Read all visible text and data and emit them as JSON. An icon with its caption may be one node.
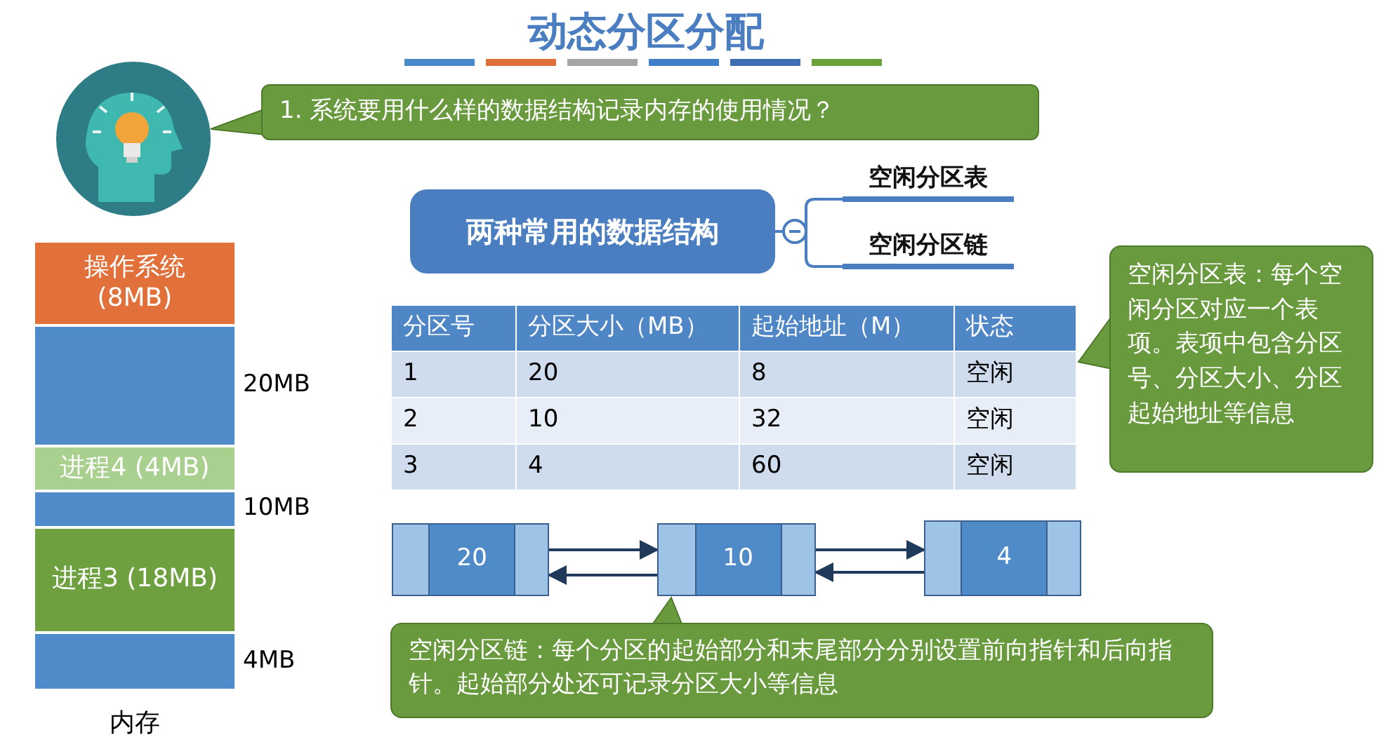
{
  "diagram": {
    "title": "动态分区分配",
    "nodes": [
      {
        "text": [],
        "shape": "picture"
      },
      {
        "text": [
          "1. 系统要用什么样的数据结构记录内存的使用情况？"
        ]
      },
      {
        "text": [
          "两种常用的数据结构"
        ]
      },
      {
        "text": [
          "空闲分区表"
        ]
      },
      {
        "text": [
          "空闲分区链"
        ]
      },
      {
        "text": [
          "操作系统 (8MB)"
        ]
      },
      {
        "text": [],
        "shape": "bar",
        "beside": [
          "20MB"
        ]
      },
      {
        "text": [
          "进程4 (4MB)"
        ]
      },
      {
        "text": [],
        "shape": "bar",
        "beside": [
          "10MB"
        ]
      },
      {
        "text": [
          "进程3 (18MB)"
        ]
      },
      {
        "text": [],
        "shape": "bar",
        "beside": [
          "4MB"
        ]
      },
      {
        "text": [
          "20"
        ]
      },
      {
        "text": [
          "10"
        ]
      },
      {
        "text": [
          "4"
        ]
      },
      {
        "text": [
          "空闲分区表：每个空闲分区对应一个表项。表项中包含分区号、分区大小、分区起始地址等信息"
        ]
      },
      {
        "text": [
          "空闲分区链：每个分区的起始部分和末尾部分分别设置前向指针和后向指针。起始部分处还可记录分区大小等信息"
        ]
      }
    ],
    "edges": [
      {
        "from": 1,
        "to": 0,
        "arrow": "to"
      },
      {
        "from": 2,
        "to": 3,
        "arrow": "none",
        "color": "#4a7ec0"
      },
      {
        "from": 2,
        "to": 4,
        "arrow": "none",
        "color": "#4a7ec0"
      },
      {
        "from": 11,
        "to": 12,
        "arrow": "to"
      },
      {
        "from": 12,
        "to": 11,
        "arrow": "to"
      },
      {
        "from": 12,
        "to": 13,
        "arrow": "to"
      },
      {
        "from": 13,
        "to": 12,
        "arrow": "to"
      },
      {
        "from": 14,
        "to": null,
        "arrow": "to"
      },
      {
        "from": 15,
        "to": 12,
        "arrow": "to"
      }
    ],
    "labels": [
      "分区号",
      "分区大小（MB）",
      "起始地址（M）",
      "状态",
      "1",
      "20",
      "8",
      "空闲",
      "2",
      "10",
      "32",
      "空闲",
      "3",
      "4",
      "60",
      "空闲",
      "内存"
    ]
  }
}
